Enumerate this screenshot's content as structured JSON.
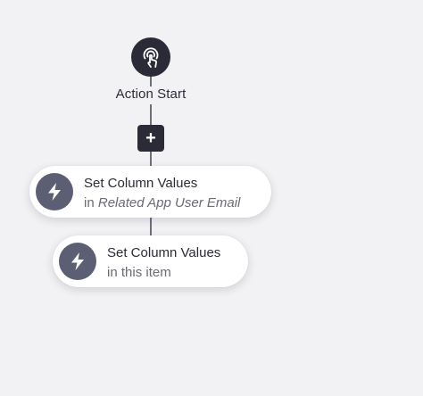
{
  "flow": {
    "start": {
      "label": "Action Start",
      "icon": "touch-pointer-icon"
    },
    "add_button": {
      "label": "+"
    },
    "actions": [
      {
        "title": "Set Column Values",
        "prefix": "in",
        "target": "Related App User Email",
        "icon": "lightning-bolt-icon"
      },
      {
        "title": "Set Column Values",
        "prefix": "in",
        "target": "this item",
        "icon": "lightning-bolt-icon"
      }
    ]
  },
  "colors": {
    "background": "#f2f2f4",
    "node_dark": "#2b2b38",
    "icon_circle": "#5c5f73",
    "connector": "#6f6f78"
  }
}
